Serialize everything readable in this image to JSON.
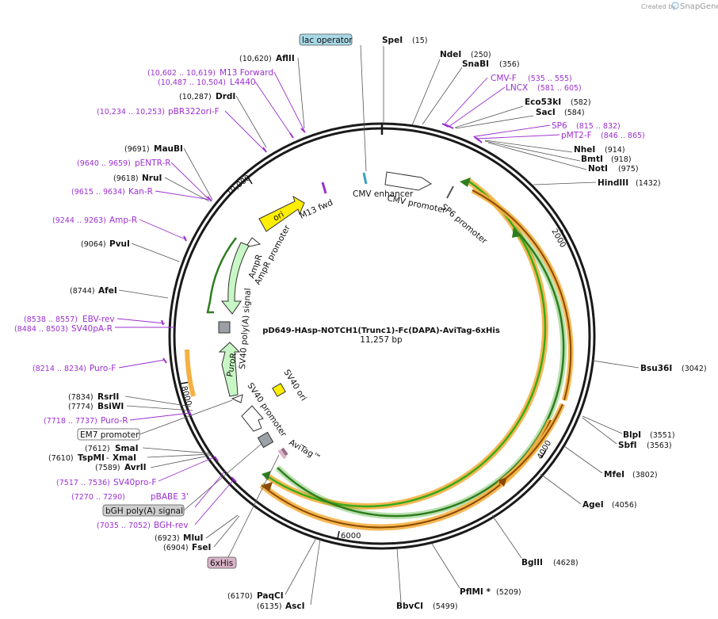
{
  "credit": {
    "prefix": "Created by",
    "brand": "SnapGene"
  },
  "plasmid": {
    "name": "pD649-HAsp-NOTCH1(Trunc1)-Fc(DAPA)-AviTag-6xHis",
    "length": "11,257 bp"
  },
  "ticks": [
    "2000",
    "4000",
    "6000",
    "8000",
    "10,000"
  ],
  "features": [
    {
      "name": "CMV enhancer"
    },
    {
      "name": "CMV promoter"
    },
    {
      "name": "SP6 promoter"
    },
    {
      "name": "M13 fwd"
    },
    {
      "name": "ori"
    },
    {
      "name": "AmpR promoter"
    },
    {
      "name": "AmpR"
    },
    {
      "name": "SV40 poly(A) signal"
    },
    {
      "name": "PuroR"
    },
    {
      "name": "SV40 ori"
    },
    {
      "name": "SV40 promoter"
    },
    {
      "name": "AviTag™"
    }
  ],
  "boxed_features": [
    {
      "name": "lac operator"
    },
    {
      "name": "EM7 promoter"
    },
    {
      "name": "bGH poly(A) signal"
    },
    {
      "name": "6xHis"
    }
  ],
  "enzymes": [
    {
      "name": "SpeI",
      "pos": "(15)"
    },
    {
      "name": "NdeI",
      "pos": "(250)"
    },
    {
      "name": "SnaBI",
      "pos": "(356)"
    },
    {
      "name": "Eco53kI",
      "pos": "(582)"
    },
    {
      "name": "SacI",
      "pos": "(584)"
    },
    {
      "name": "NheI",
      "pos": "(914)"
    },
    {
      "name": "BmtI",
      "pos": "(918)"
    },
    {
      "name": "NotI",
      "pos": "(975)"
    },
    {
      "name": "HindIII",
      "pos": "(1432)"
    },
    {
      "name": "Bsu36I",
      "pos": "(3042)"
    },
    {
      "name": "BlpI",
      "pos": "(3551)"
    },
    {
      "name": "SbfI",
      "pos": "(3563)"
    },
    {
      "name": "MfeI",
      "pos": "(3802)"
    },
    {
      "name": "AgeI",
      "pos": "(4056)"
    },
    {
      "name": "BglII",
      "pos": "(4628)"
    },
    {
      "name": "PflMI *",
      "pos": "(5209)"
    },
    {
      "name": "BbvCI",
      "pos": "(5499)"
    },
    {
      "name": "AscI",
      "pos": "(6135)"
    },
    {
      "name": "PaqCI",
      "pos": "(6170)"
    },
    {
      "name": "FseI",
      "pos": "(6904)"
    },
    {
      "name": "MluI",
      "pos": "(6923)"
    },
    {
      "name": "AvrII",
      "pos": "(7589)"
    },
    {
      "name": "XmaI",
      "pos": ""
    },
    {
      "name": "TspMI",
      "pos": "(7610)"
    },
    {
      "name": "SmaI",
      "pos": "(7612)"
    },
    {
      "name": "BsiWI",
      "pos": "(7774)"
    },
    {
      "name": "RsrII",
      "pos": "(7834)"
    },
    {
      "name": "AfeI",
      "pos": "(8744)"
    },
    {
      "name": "PvuI",
      "pos": "(9064)"
    },
    {
      "name": "NruI",
      "pos": "(9618)"
    },
    {
      "name": "MauBI",
      "pos": "(9691)"
    },
    {
      "name": "DrdI",
      "pos": "(10,287)"
    },
    {
      "name": "AflII",
      "pos": "(10,620)"
    }
  ],
  "primers": [
    {
      "name": "CMV-F",
      "pos": "(535 .. 555)"
    },
    {
      "name": "LNCX",
      "pos": "(581 .. 605)"
    },
    {
      "name": "SP6",
      "pos": "(815 .. 832)"
    },
    {
      "name": "pMT2-F",
      "pos": "(846 .. 865)"
    },
    {
      "name": "BGH-rev",
      "pos": "(7035 .. 7052)"
    },
    {
      "name": "pBABE 3'",
      "pos": "(7270 .. 7290)"
    },
    {
      "name": "SV40pro-F",
      "pos": "(7517 .. 7536)"
    },
    {
      "name": "Puro-R",
      "pos": "(7718 .. 7737)"
    },
    {
      "name": "Puro-F",
      "pos": "(8214 .. 8234)"
    },
    {
      "name": "SV40pA-R",
      "pos": "(8484 .. 8503)"
    },
    {
      "name": "EBV-rev",
      "pos": "(8538 .. 8557)"
    },
    {
      "name": "Amp-R",
      "pos": "(9244 .. 9263)"
    },
    {
      "name": "Kan-R",
      "pos": "(9615 .. 9634)"
    },
    {
      "name": "pENTR-R",
      "pos": "(9640 .. 9659)"
    },
    {
      "name": "pBR322ori-F",
      "pos": "(10,234 .. 10,253)"
    },
    {
      "name": "L4440",
      "pos": "(10,487 .. 10,504)"
    },
    {
      "name": "M13 Forward",
      "pos": "(10,602 .. 10,619)"
    }
  ],
  "colors": {
    "backbone": "#1a1a1a",
    "primer": "#9b30d0",
    "orf_fill": "#c8f7c5",
    "orf_stroke": "#2e7d1f",
    "arc_green": "#3aaa1a",
    "arc_orange": "#f5b042",
    "ori_fill": "#ffee00",
    "box_grey": "#9aa0a6",
    "lac_box": "#a8d8e6",
    "his_box": "#d9b3c8"
  }
}
